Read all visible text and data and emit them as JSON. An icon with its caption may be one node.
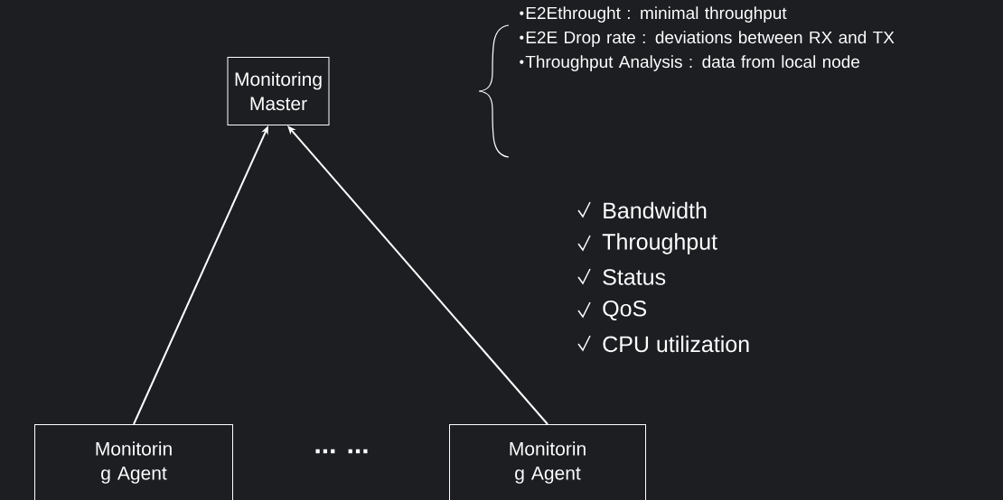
{
  "diagram": {
    "nodes": [
      {
        "text": [
          "Monitoring Master"
        ],
        "beside": [
          "E2Ethrought : minimal throughput",
          "E2E Drop rate : deviations between RX and TX",
          "Throughput Analysis : data from local node"
        ]
      },
      {
        "text": [
          "Monitorin g Agent"
        ]
      },
      {
        "text": [
          "Monitorin g Agent"
        ]
      }
    ],
    "edges": [
      {
        "from": 1,
        "to": 0,
        "arrow": "to"
      },
      {
        "from": 2,
        "to": 0,
        "arrow": "to"
      }
    ],
    "labels": [
      "Bandwidth",
      "Throughput",
      "Status",
      "QoS",
      "CPU utilization",
      "... ..."
    ]
  }
}
